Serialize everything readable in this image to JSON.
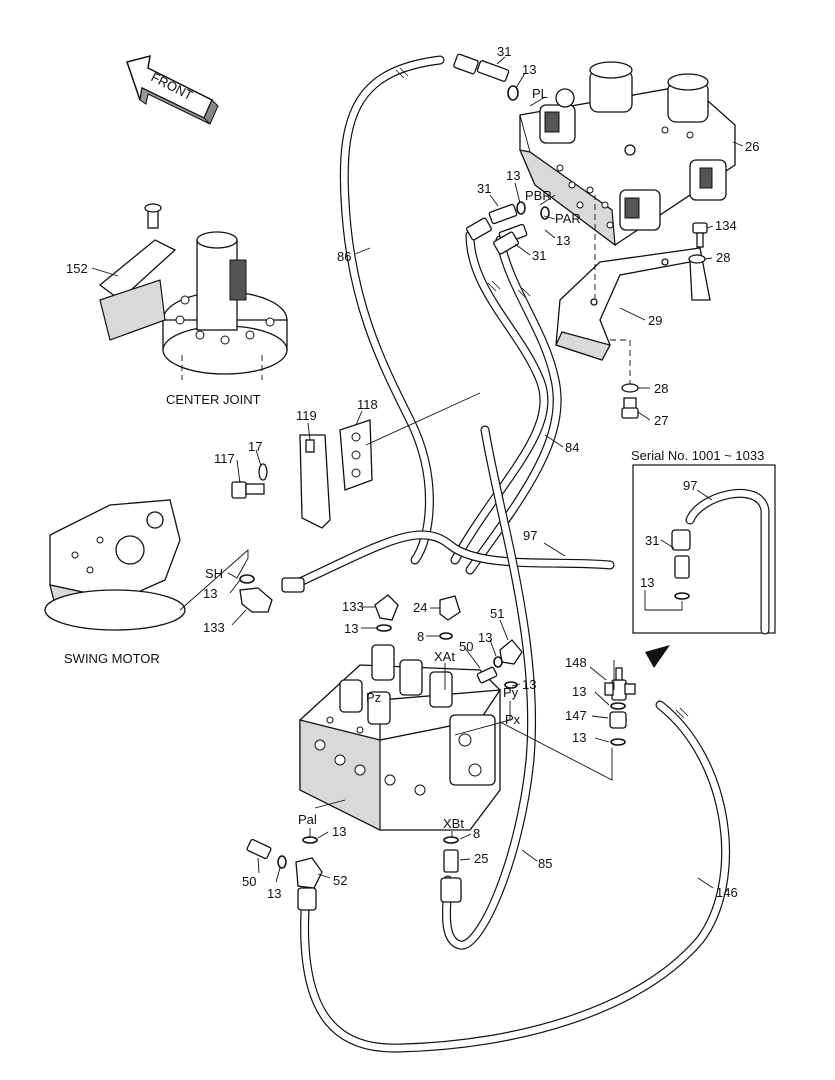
{
  "front_label": "FRONT",
  "captions": {
    "center_joint": "CENTER JOINT",
    "swing_motor": "SWING MOTOR",
    "serial_note": "Serial No. 1001 ~ 1033"
  },
  "callouts": [
    {
      "id": "c-31-top",
      "text": "31"
    },
    {
      "id": "c-13-top",
      "text": "13"
    },
    {
      "id": "c-PL",
      "text": "PL"
    },
    {
      "id": "c-26",
      "text": "26"
    },
    {
      "id": "c-13-pbr",
      "text": "13"
    },
    {
      "id": "c-31-pbr",
      "text": "31"
    },
    {
      "id": "c-PBR",
      "text": "PBR"
    },
    {
      "id": "c-PAR",
      "text": "PAR"
    },
    {
      "id": "c-13-par",
      "text": "13"
    },
    {
      "id": "c-31-par",
      "text": "31"
    },
    {
      "id": "c-134",
      "text": "134"
    },
    {
      "id": "c-28-top",
      "text": "28"
    },
    {
      "id": "c-29",
      "text": "29"
    },
    {
      "id": "c-28-bot",
      "text": "28"
    },
    {
      "id": "c-27",
      "text": "27"
    },
    {
      "id": "c-86",
      "text": "86"
    },
    {
      "id": "c-152",
      "text": "152"
    },
    {
      "id": "c-84",
      "text": "84"
    },
    {
      "id": "c-119",
      "text": "119"
    },
    {
      "id": "c-118",
      "text": "118"
    },
    {
      "id": "c-117",
      "text": "117"
    },
    {
      "id": "c-17",
      "text": "17"
    },
    {
      "id": "c-97-main",
      "text": "97"
    },
    {
      "id": "c-97-inset",
      "text": "97"
    },
    {
      "id": "c-31-inset",
      "text": "31"
    },
    {
      "id": "c-13-inset",
      "text": "13"
    },
    {
      "id": "c-SH",
      "text": "SH"
    },
    {
      "id": "c-13-sh",
      "text": "13"
    },
    {
      "id": "c-133-sh",
      "text": "133"
    },
    {
      "id": "c-133",
      "text": "133"
    },
    {
      "id": "c-13-133",
      "text": "13"
    },
    {
      "id": "c-24",
      "text": "24"
    },
    {
      "id": "c-8-24",
      "text": "8"
    },
    {
      "id": "c-51",
      "text": "51"
    },
    {
      "id": "c-50-top",
      "text": "50"
    },
    {
      "id": "c-13-51",
      "text": "13"
    },
    {
      "id": "c-XAt",
      "text": "XAt"
    },
    {
      "id": "c-Py",
      "text": "Py"
    },
    {
      "id": "c-13-py",
      "text": "13"
    },
    {
      "id": "c-Pz",
      "text": "Pz"
    },
    {
      "id": "c-Px",
      "text": "Px"
    },
    {
      "id": "c-148",
      "text": "148"
    },
    {
      "id": "c-13-148",
      "text": "13"
    },
    {
      "id": "c-147",
      "text": "147"
    },
    {
      "id": "c-13-147",
      "text": "13"
    },
    {
      "id": "c-Pal",
      "text": "Pal"
    },
    {
      "id": "c-13-pal",
      "text": "13"
    },
    {
      "id": "c-XBt",
      "text": "XBt"
    },
    {
      "id": "c-8-xbt",
      "text": "8"
    },
    {
      "id": "c-25",
      "text": "25"
    },
    {
      "id": "c-85",
      "text": "85"
    },
    {
      "id": "c-50-bot",
      "text": "50"
    },
    {
      "id": "c-13-bot",
      "text": "13"
    },
    {
      "id": "c-52",
      "text": "52"
    },
    {
      "id": "c-146",
      "text": "146"
    }
  ]
}
